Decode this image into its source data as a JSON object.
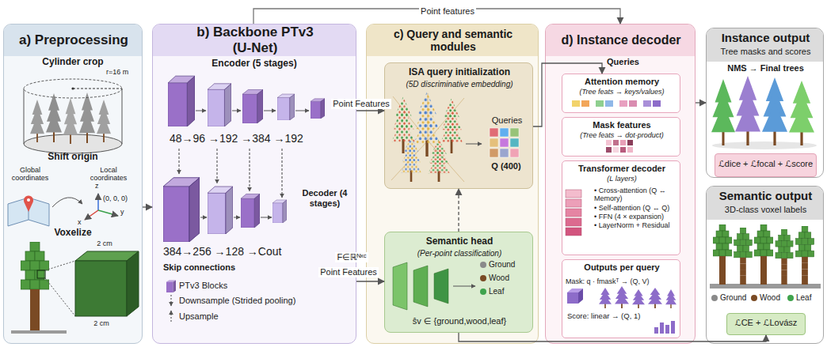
{
  "diagram": {
    "nodes": [
      {
        "text": [
          "a) Preprocessing"
        ]
      },
      {
        "text": [
          "b) Backbone PTv3 (U-Net)"
        ]
      },
      {
        "text": [
          "c) Query and semantic modules"
        ]
      },
      {
        "text": [
          "ISA query initialization",
          "(5D discriminative embedding)",
          "Queries",
          "Q (400)"
        ],
        "in": 2
      },
      {
        "text": [
          "Semantic head",
          "(Per-point classification)",
          "ŝv ∈ {ground,wood,leaf}"
        ],
        "in": 2
      },
      {
        "text": [
          "d) Instance decoder"
        ]
      },
      {
        "text": [
          "Attention memory",
          "(Tree feats → keys/values)"
        ],
        "in": 5
      },
      {
        "text": [
          "Mask features",
          "(Tree feats → dot-product)"
        ],
        "in": 5
      },
      {
        "text": [
          "Transformer decoder",
          "(L layers)",
          "• Cross-attention (Q ↔ Memory)",
          "• Self-attention (Q ↔ Q)",
          "• FFN (4 × expansion)",
          "• LayerNorm + Residual"
        ],
        "in": 5
      },
      {
        "text": [
          "Outputs per query",
          "Mask: q · fmaskᵀ → (Q, V)",
          "Score: linear → (Q, 1)"
        ],
        "in": 5
      },
      {
        "text": [
          "Instance output",
          "Tree masks and scores",
          "NMS → Final trees"
        ]
      },
      {
        "text": [
          "ℒdice + ℒfocal + ℒscore"
        ],
        "in": 10
      },
      {
        "text": [
          "Semantic output",
          "3D-class voxel labels"
        ]
      },
      {
        "text": [
          "ℒCE + ℒLovász"
        ],
        "in": 12
      }
    ],
    "edges": [
      {
        "from": 0,
        "to": 1,
        "arrow": "to"
      },
      {
        "from": 1,
        "to": 3,
        "label": "Point Features",
        "arrow": "to"
      },
      {
        "from": 1,
        "to": 4,
        "label": "Point Features",
        "arrow": "to"
      },
      {
        "from": 4,
        "to": 3,
        "arrow": "to"
      },
      {
        "from": 3,
        "to": 6,
        "label": "Queries",
        "arrow": "to"
      },
      {
        "from": 1,
        "to": 5,
        "label": "Point features",
        "arrow": "to"
      },
      {
        "from": 5,
        "to": 10,
        "arrow": "to"
      },
      {
        "from": 4,
        "to": 13,
        "arrow": "to"
      }
    ],
    "labels": [
      "Cylinder crop",
      "r=16 m",
      "Shift origin",
      "Global coordinates",
      "Local coordinates",
      "(0, 0, 0)",
      "z",
      "x",
      "y",
      "Voxelize",
      "2 cm",
      "2 cm",
      "Encoder (5 stages)",
      "48→96 →192 →384 →192",
      "Decoder (4 stages)",
      "384→256 →128 →Cout",
      "Skip connections",
      "F∈ℝᴺˣᶜ"
    ],
    "legend": [
      {
        "text": "PTv3 Blocks"
      },
      {
        "text": "Downsample (Strided pooling)"
      },
      {
        "text": "Upsample"
      },
      {
        "text": "Ground",
        "color": "#8a8a8a"
      },
      {
        "text": "Wood",
        "color": "#7a4a24"
      },
      {
        "text": "Leaf",
        "color": "#3fa34d"
      },
      {
        "text": "Ground",
        "color": "#8a8a8a"
      },
      {
        "text": "Wood",
        "color": "#7a4a24"
      },
      {
        "text": "Leaf",
        "color": "#3fa34d"
      }
    ]
  }
}
